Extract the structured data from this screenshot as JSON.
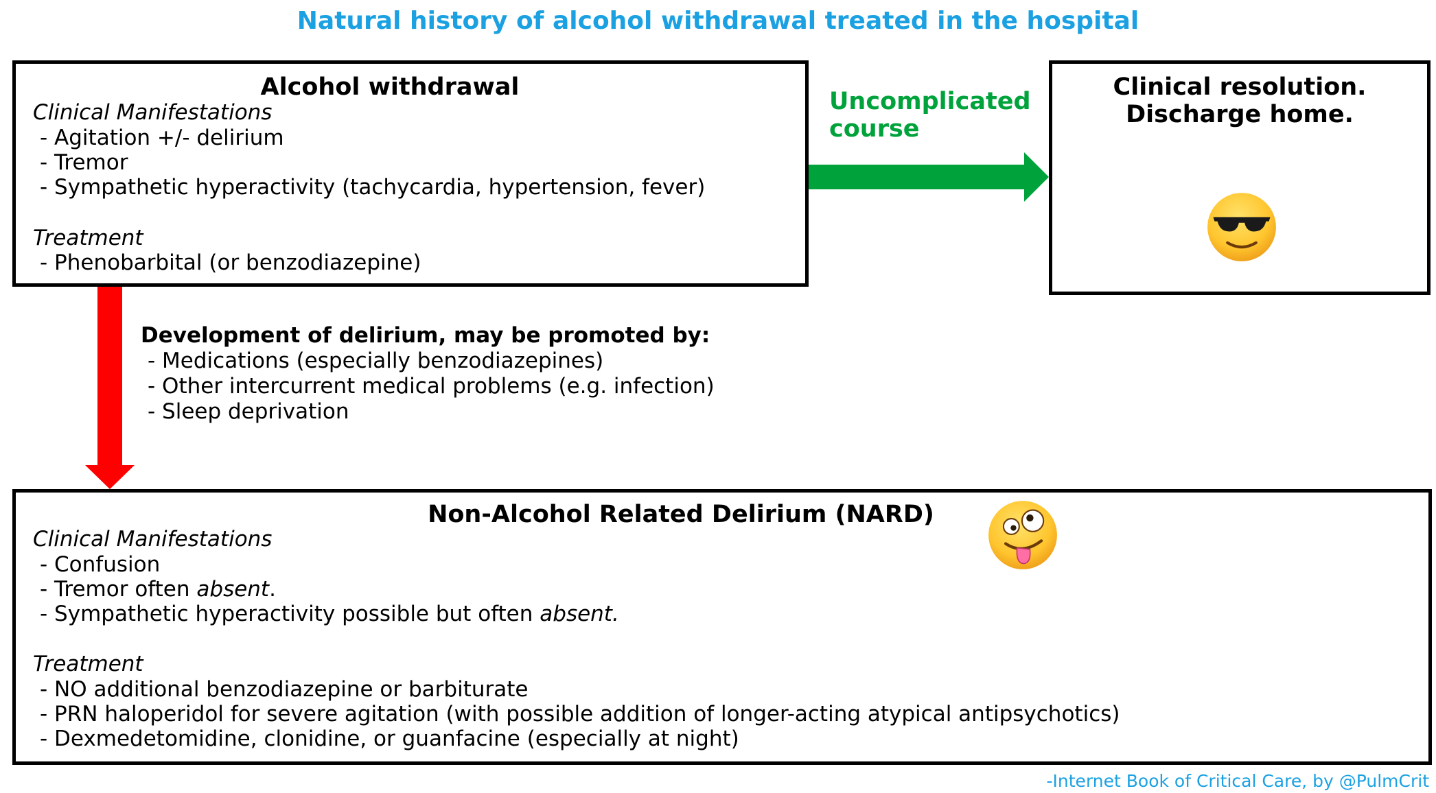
{
  "title": "Natural history of alcohol withdrawal treated in the hospital",
  "alcohol_withdrawal": {
    "title": "Alcohol withdrawal",
    "manifestations_label": "Clinical Manifestations",
    "manifestations": [
      "- Agitation +/- delirium",
      "- Tremor",
      "- Sympathetic hyperactivity (tachycardia, hypertension, fever)"
    ],
    "treatment_label": "Treatment",
    "treatment": [
      "- Phenobarbital (or benzodiazepine)"
    ]
  },
  "uncomplicated": {
    "line1": "Uncomplicated",
    "line2": "course",
    "color": "#00a33b"
  },
  "resolution": {
    "line1": "Clinical resolution.",
    "line2": "Discharge home.",
    "emoji": "sunglasses-smiley-icon"
  },
  "delirium_development": {
    "title": "Development of delirium, may be promoted by:",
    "items": [
      "- Medications (especially benzodiazepines)",
      "- Other intercurrent medical problems (e.g. infection)",
      "- Sleep deprivation"
    ],
    "arrow_color": "#ff0000"
  },
  "nard": {
    "title": "Non-Alcohol Related Delirium (NARD)",
    "emoji": "zany-face-icon",
    "manifestations_label": "Clinical Manifestations",
    "confusion": "- Confusion",
    "tremor_prefix": "- Tremor often ",
    "tremor_em": "absent",
    "tremor_suffix": ".",
    "symp_prefix": "- Sympathetic hyperactivity possible but often ",
    "symp_em": "absent.",
    "treatment_label": "Treatment",
    "treatment": [
      "- NO additional benzodiazepine or barbiturate",
      "- PRN haloperidol for severe agitation (with possible addition of longer-acting atypical antipsychotics)",
      "- Dexmedetomidine, clonidine, or guanfacine (especially at night)"
    ]
  },
  "footer": "-Internet Book of Critical Care, by @PulmCrit"
}
